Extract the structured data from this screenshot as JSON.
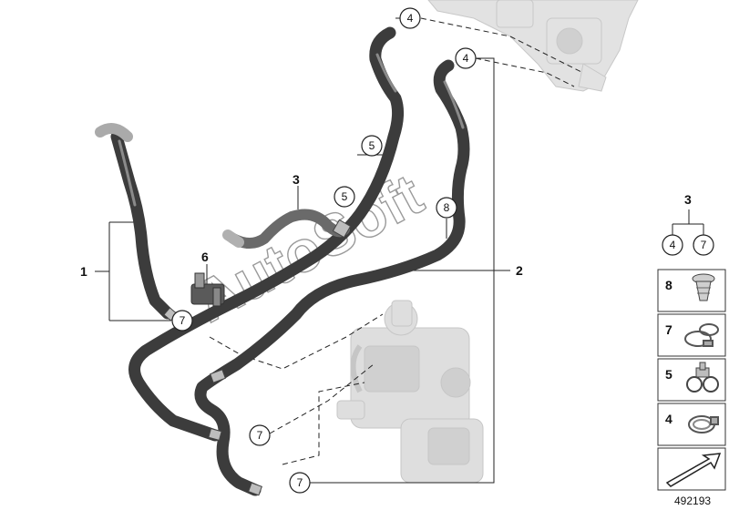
{
  "diagram": {
    "watermark": "AutoSoft",
    "image_number": "492193",
    "callouts": [
      {
        "id": "c1",
        "label": "1"
      },
      {
        "id": "c2",
        "label": "2"
      },
      {
        "id": "c3",
        "label": "3"
      },
      {
        "id": "c6",
        "label": "6"
      }
    ],
    "circled_refs": [
      {
        "id": "r4a",
        "label": "4"
      },
      {
        "id": "r4b",
        "label": "4"
      },
      {
        "id": "r5a",
        "label": "5"
      },
      {
        "id": "r5b",
        "label": "5"
      },
      {
        "id": "r8",
        "label": "8"
      },
      {
        "id": "r7a",
        "label": "7"
      },
      {
        "id": "r7b",
        "label": "7"
      },
      {
        "id": "r7c",
        "label": "7"
      }
    ],
    "kit": {
      "label": "3",
      "refs": [
        "4",
        "7"
      ]
    },
    "parts_column": [
      {
        "id": "p8",
        "label": "8",
        "icon": "screw-clip-icon"
      },
      {
        "id": "p7",
        "label": "7",
        "icon": "hose-clamp-spring-icon"
      },
      {
        "id": "p5",
        "label": "5",
        "icon": "holder-clip-icon"
      },
      {
        "id": "p4",
        "label": "4",
        "icon": "hose-clamp-icon"
      }
    ],
    "colors": {
      "hose": "#3c3c3c",
      "hose_highlight": "#8a8a8a",
      "ghost_part": "#d6d6d6",
      "leader": "#222222",
      "box_border": "#333333"
    }
  }
}
